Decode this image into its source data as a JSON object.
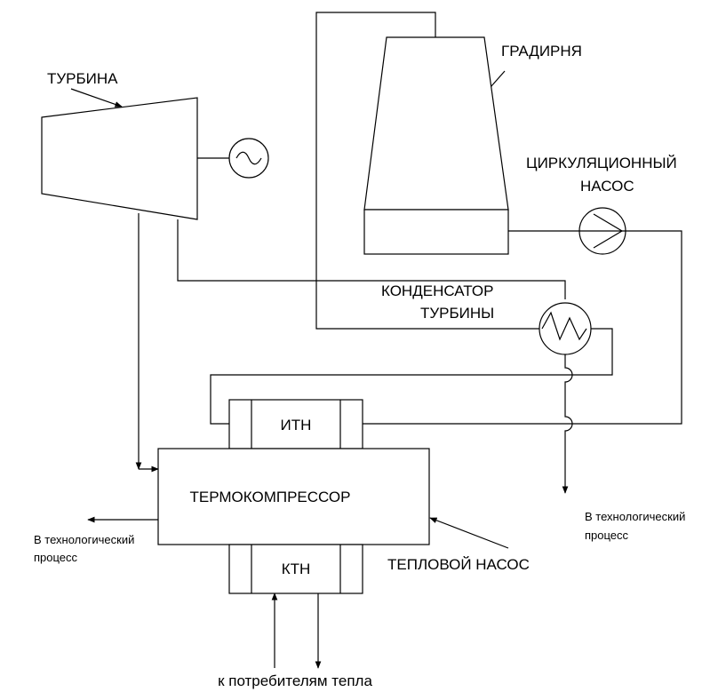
{
  "labels": {
    "turbine": "ТУРБИНА",
    "cooling_tower": "ГРАДИРНЯ",
    "circulation_pump_line1": "ЦИРКУЛЯЦИОННЫЙ",
    "circulation_pump_line2": "НАСОС",
    "condenser_line1": "КОНДЕНСАТОР",
    "condenser_line2": "ТУРБИНЫ",
    "itn": "ИТН",
    "thermocompressor": "ТЕРМОКОМПРЕССОР",
    "ktn": "КТН",
    "heat_pump": "ТЕПЛОВОЙ НАСОС",
    "to_process_left_line1": "В технологический",
    "to_process_left_line2": "процесс",
    "to_process_right_line1": "В технологический",
    "to_process_right_line2": "процесс",
    "to_heat_consumers": "к потребителям тепла"
  },
  "icons": {
    "generator": "generator-icon",
    "pump": "pump-icon",
    "heat_exchanger": "heat-exchanger-icon"
  },
  "colors": {
    "line": "#000000",
    "background": "#ffffff"
  }
}
